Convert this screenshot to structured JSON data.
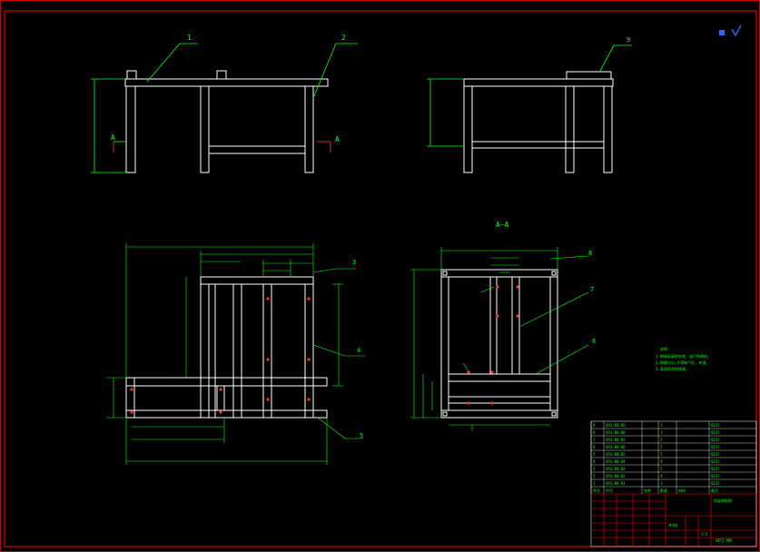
{
  "drawing": {
    "frame_color": "#ff0000",
    "part_color": "#ffffff",
    "dim_color": "#00ff00",
    "annot_color": "#00ff00",
    "point_color": "#ff3333",
    "icon_color": "#3366ff"
  },
  "balloons": [
    "1",
    "2",
    "3",
    "4",
    "5",
    "6",
    "7",
    "8",
    "9"
  ],
  "section": {
    "title": "A—A",
    "mark_left": "A",
    "mark_right": "A"
  },
  "notes": {
    "heading": "说明:",
    "lines": [
      "1.焊接前清除毛刺、油污和锈迹。",
      "2.焊缝均匀,不得有气孔、夹渣。",
      "3.表面喷涂防锈漆。"
    ]
  },
  "title_block": {
    "parts_rows": [
      {
        "no": "9",
        "code": "GPJ-00-09",
        "name": "",
        "qty": "1",
        "mat": "",
        "note": "Q235"
      },
      {
        "no": "8",
        "code": "GPJ-00-08",
        "name": "",
        "qty": "1",
        "mat": "",
        "note": "Q235"
      },
      {
        "no": "7",
        "code": "GPJ-00-07",
        "name": "",
        "qty": "2",
        "mat": "",
        "note": "Q235"
      },
      {
        "no": "6",
        "code": "GPJ-00-06",
        "name": "",
        "qty": "2",
        "mat": "",
        "note": "Q235"
      },
      {
        "no": "5",
        "code": "GPJ-00-05",
        "name": "",
        "qty": "2",
        "mat": "",
        "note": "Q235"
      },
      {
        "no": "4",
        "code": "GPJ-00-04",
        "name": "",
        "qty": "4",
        "mat": "",
        "note": "Q235"
      },
      {
        "no": "3",
        "code": "GPJ-00-03",
        "name": "",
        "qty": "2",
        "mat": "",
        "note": "Q235"
      },
      {
        "no": "2",
        "code": "GPJ-00-02",
        "name": "",
        "qty": "4",
        "mat": "",
        "note": "Q235"
      },
      {
        "no": "1",
        "code": "GPJ-00-01",
        "name": "",
        "qty": "1",
        "mat": "",
        "note": "Q235"
      }
    ],
    "header_labels": [
      "序号",
      "代号",
      "名称",
      "数量",
      "材料",
      "备注"
    ],
    "drawing_name": "机架装配图",
    "drawing_sub": "",
    "drawing_no": "GPJ-00",
    "scale": "1:5",
    "sheet": "共1张"
  }
}
